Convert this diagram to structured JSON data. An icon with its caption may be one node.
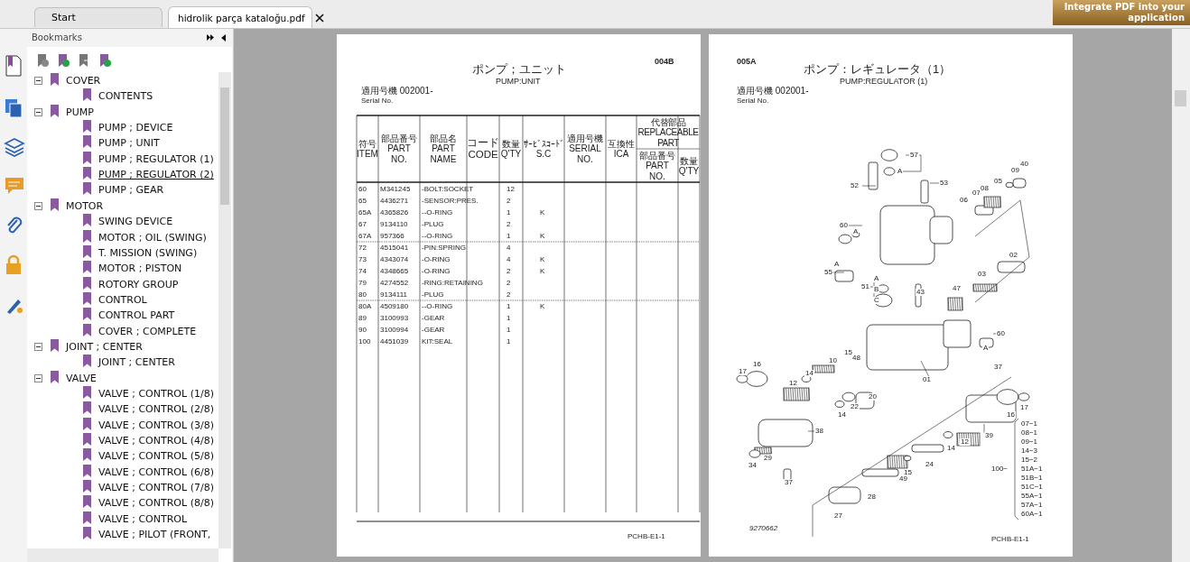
{
  "diagram": {
    "labels": [
      "Start",
      "hidrolik parça kataloğu.pdf",
      "Integrate PDF into your application",
      "Bookmarks",
      "COVER",
      "CONTENTS",
      "PUMP",
      "PUMP ; DEVICE",
      "PUMP ; UNIT",
      "PUMP ; REGULATOR (1)",
      "PUMP ; REGULATOR (2)",
      "PUMP ; GEAR",
      "MOTOR",
      "SWING DEVICE",
      "MOTOR ; OIL (SWING)",
      "T. MISSION (SWING)",
      "MOTOR ; PISTON",
      "ROTORY GROUP",
      "CONTROL",
      "CONTROL PART",
      "COVER ; COMPLETE",
      "JOINT ; CENTER",
      "JOINT ; CENTER",
      "VALVE",
      "VALVE ; CONTROL (1/8)",
      "VALVE ; CONTROL (2/8)",
      "VALVE ; CONTROL (3/8)",
      "VALVE ; CONTROL (4/8)",
      "VALVE ; CONTROL (5/8)",
      "VALVE ; CONTROL (6/8)",
      "VALVE ; CONTROL (7/8)",
      "VALVE ; CONTROL (8/8)",
      "VALVE ; CONTROL",
      "VALVE ; PILOT (FRONT,",
      "004B",
      "ポンプ；ユニット",
      "PUMP:UNIT",
      "適用号機 002001-",
      "Serial No.",
      "符号 ITEM",
      "部品番号 PART NO.",
      "部品名 PART NAME",
      "コード CODE",
      "数量 Q'TY",
      "ｻｰﾋﾞｽｺｰﾄﾞ S.C",
      "適用号機 SERIAL NO.",
      "互換性 ICA",
      "代替部品 REPLACEABLE PART",
      "部品番号 PART NO.",
      "数量 Q'TY",
      "60",
      "M341245",
      "-BOLT:SOCKET",
      "12",
      "65",
      "4436271",
      "-SENSOR:PRES.",
      "2",
      "65A",
      "4365826",
      "--O-RING",
      "1",
      "K",
      "67",
      "9134110",
      "-PLUG",
      "2",
      "67A",
      "957366",
      "--O-RING",
      "1",
      "K",
      "72",
      "4515041",
      "-PIN:SPRING",
      "4",
      "73",
      "4343074",
      "-O-RING",
      "4",
      "K",
      "74",
      "4348665",
      "-O-RING",
      "2",
      "K",
      "79",
      "4274552",
      "-RING:RETAINING",
      "2",
      "80",
      "9134111",
      "-PLUG",
      "2",
      "80A",
      "4509180",
      "--O-RING",
      "1",
      "K",
      "89",
      "3100993",
      "-GEAR",
      "1",
      "90",
      "3100994",
      "-GEAR",
      "1",
      "100",
      "4451039",
      "KIT:SEAL",
      "1",
      "PCHB-E1-1",
      "005A",
      "ポンプ：レギュレータ（1）",
      "PUMP:REGULATOR (1)",
      "適用号機 002001-",
      "Serial No.",
      "57",
      "A",
      "52",
      "53",
      "09",
      "40",
      "06",
      "07",
      "08",
      "05",
      "60",
      "A",
      "A",
      "55",
      "51",
      "A",
      "B",
      "C",
      "43",
      "02",
      "03",
      "47",
      "60",
      "A",
      "17",
      "16",
      "10",
      "15",
      "48",
      "37",
      "12",
      "14",
      "01",
      "20",
      "22",
      "14",
      "17",
      "16",
      "38",
      "39",
      "12",
      "14",
      "29",
      "34",
      "24",
      "15",
      "49",
      "37",
      "28",
      "27",
      "07−1",
      "08−1",
      "09−1",
      "14−3",
      "15−2",
      "51A−1",
      "51B−1",
      "51C−1",
      "55A−1",
      "57A−1",
      "60A−1",
      "100−",
      "9270662",
      "PCHB-E1-1"
    ]
  }
}
